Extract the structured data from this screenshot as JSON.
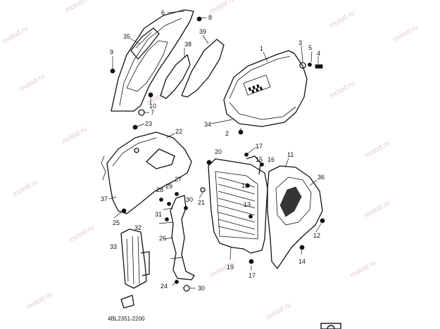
{
  "document_code": "4BL2351-2200",
  "watermark_text": "motod.ru",
  "callouts": [
    "1",
    "2",
    "3",
    "4",
    "5",
    "6",
    "7",
    "8",
    "9",
    "10",
    "11",
    "12",
    "13",
    "14",
    "15",
    "16",
    "17",
    "17",
    "18",
    "19",
    "20",
    "21",
    "22",
    "23",
    "24",
    "25",
    "26",
    "27",
    "28",
    "29",
    "30",
    "30",
    "31",
    "32",
    "33",
    "34",
    "35",
    "36",
    "37",
    "38",
    "39"
  ],
  "colors": {
    "ink": "#111111",
    "watermark": "#c9a0a0"
  }
}
